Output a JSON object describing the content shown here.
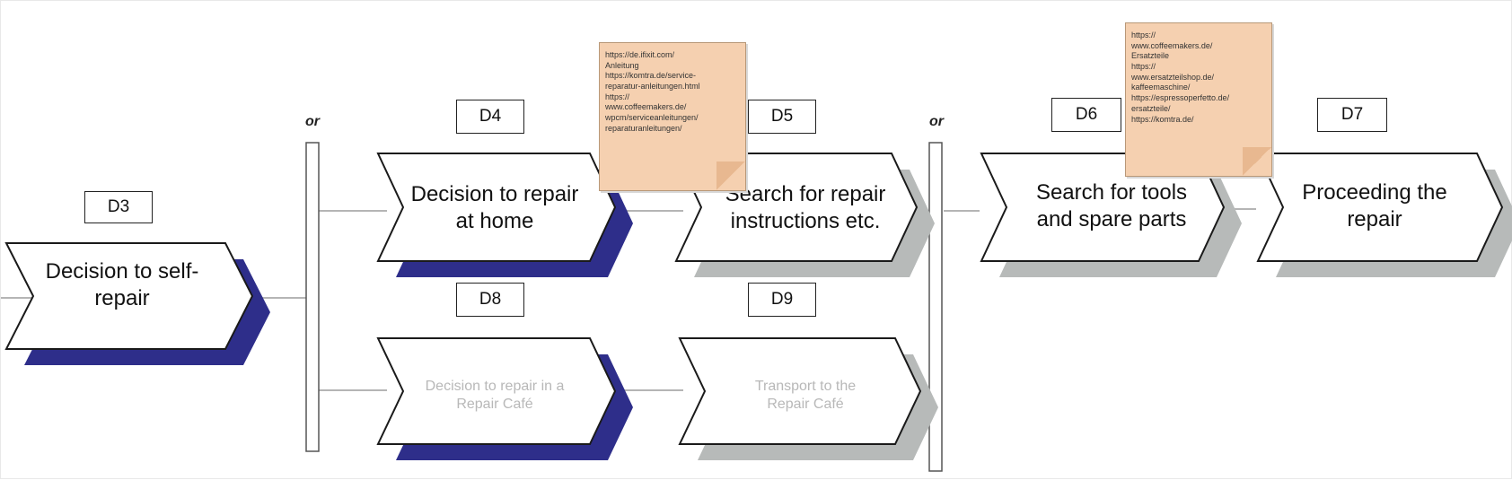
{
  "diagram": {
    "connectors": [
      "or",
      "or"
    ],
    "steps": [
      {
        "id": "D3",
        "text": "Decision to self-repair",
        "line1": "Decision to self-",
        "line2": "repair",
        "state": "active"
      },
      {
        "id": "D4",
        "text": "Decision to repair at home",
        "line1": "Decision to repair",
        "line2": "at home",
        "state": "active"
      },
      {
        "id": "D5",
        "text": "Search for repair instructions etc.",
        "line1": "Search for repair",
        "line2": "instructions etc.",
        "state": "active"
      },
      {
        "id": "D6",
        "text": "Search for tools and spare parts",
        "line1": "Search for tools",
        "line2": "and spare parts",
        "state": "active"
      },
      {
        "id": "D7",
        "text": "Proceeding the repair",
        "line1": "Proceeding the",
        "line2": "repair",
        "state": "active"
      },
      {
        "id": "D8",
        "text": "Decision to repair in a Repair Café",
        "line1": "Decision to repair in a",
        "line2": "Repair Café",
        "state": "inactive"
      },
      {
        "id": "D9",
        "text": "Transport to the Repair Café",
        "line1": "Transport to the",
        "line2": "Repair Café",
        "state": "inactive"
      }
    ],
    "notes": [
      {
        "lines": [
          "https://de.ifixit.com/",
          "Anleitung",
          "https://komtra.de/service-",
          "reparatur-anleitungen.html",
          "https://",
          "www.coffeemakers.de/",
          "wpcm/serviceanleitungen/",
          "reparaturanleitungen/"
        ]
      },
      {
        "lines": [
          "https://",
          "www.coffeemakers.de/",
          "Ersatzteile",
          "https://",
          "www.ersatzteilshop.de/",
          "kaffeemaschine/",
          "https://espressoperfetto.de/",
          "ersatzteile/",
          "https://komtra.de/"
        ]
      }
    ]
  },
  "colors": {
    "active_shadow": "#2e2e8a",
    "inactive_shadow": "#b7bab9",
    "note_fill": "#f5d0b0",
    "line": "#b5b5b5"
  }
}
